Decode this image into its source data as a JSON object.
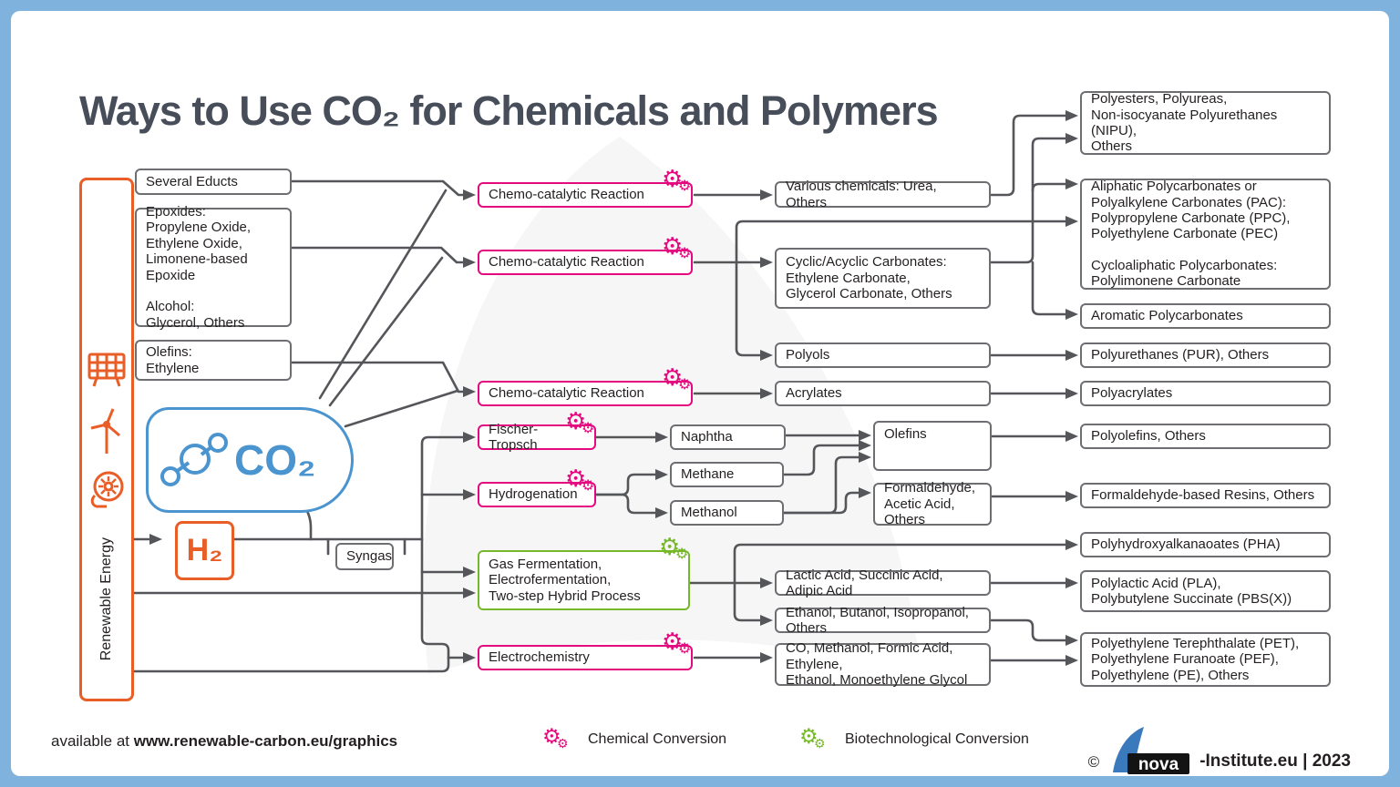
{
  "title": "Ways to Use CO₂ for Chemicals and Polymers",
  "energy": {
    "renewable_label": "Renewable Energy",
    "co2_label": "CO₂",
    "h2_label": "H₂"
  },
  "nodes": {
    "several_educts": {
      "label": "Several Educts",
      "kind": "feedstock"
    },
    "epoxides": {
      "label": "Epoxides:\nPropylene Oxide,\nEthylene Oxide,\nLimonene-based Epoxide\n\nAlcohol:\nGlycerol, Others",
      "kind": "feedstock"
    },
    "olefins_feed": {
      "label": "Olefins:\nEthylene",
      "kind": "feedstock"
    },
    "syngas": {
      "label": "Syngas",
      "kind": "intermediate"
    },
    "cc1": {
      "label": "Chemo-catalytic Reaction",
      "kind": "process",
      "conversion": "chemical"
    },
    "cc2": {
      "label": "Chemo-catalytic Reaction",
      "kind": "process",
      "conversion": "chemical"
    },
    "cc3": {
      "label": "Chemo-catalytic Reaction",
      "kind": "process",
      "conversion": "chemical"
    },
    "ft": {
      "label": "Fischer-Tropsch",
      "kind": "process",
      "conversion": "chemical"
    },
    "hyd": {
      "label": "Hydrogenation",
      "kind": "process",
      "conversion": "chemical"
    },
    "ferm": {
      "label": "Gas Fermentation,\nElectrofermentation,\nTwo-step Hybrid Process",
      "kind": "process",
      "conversion": "biotechnological"
    },
    "ec": {
      "label": "Electrochemistry",
      "kind": "process",
      "conversion": "chemical"
    },
    "various": {
      "label": "Various chemicals: Urea, Others",
      "kind": "intermediate"
    },
    "cyclic": {
      "label": "Cyclic/Acyclic Carbonates:\nEthylene Carbonate,\nGlycerol Carbonate, Others",
      "kind": "intermediate"
    },
    "polyols": {
      "label": "Polyols",
      "kind": "intermediate"
    },
    "acrylates": {
      "label": "Acrylates",
      "kind": "intermediate"
    },
    "naphtha": {
      "label": "Naphtha",
      "kind": "intermediate"
    },
    "methane": {
      "label": "Methane",
      "kind": "intermediate"
    },
    "methanol": {
      "label": "Methanol",
      "kind": "intermediate"
    },
    "olefins_mid": {
      "label": "Olefins",
      "kind": "intermediate"
    },
    "formaldehyde": {
      "label": "Formaldehyde,\nAcetic Acid, Others",
      "kind": "intermediate"
    },
    "lactic": {
      "label": "Lactic Acid, Succinic Acid, Adipic Acid",
      "kind": "intermediate"
    },
    "ethanol": {
      "label": "Ethanol, Butanol, Isopropanol, Others",
      "kind": "intermediate"
    },
    "co_mix": {
      "label": "CO, Methanol, Formic Acid, Ethylene,\nEthanol, Monoethylene Glycol",
      "kind": "intermediate"
    },
    "polyesters": {
      "label": "Polyesters, Polyureas,\nNon-isocyanate Polyurethanes (NIPU),\nOthers",
      "kind": "product"
    },
    "aliphatic": {
      "label": "Aliphatic Polycarbonates or\nPolyalkylene Carbonates (PAC):\nPolypropylene Carbonate (PPC),\nPolyethylene Carbonate (PEC)\n\nCycloaliphatic Polycarbonates:\nPolylimonene Carbonate",
      "kind": "product"
    },
    "aromatic": {
      "label": "Aromatic Polycarbonates",
      "kind": "product"
    },
    "pur": {
      "label": "Polyurethanes (PUR), Others",
      "kind": "product"
    },
    "polyacrylates": {
      "label": "Polyacrylates",
      "kind": "product"
    },
    "polyolefins": {
      "label": "Polyolefins, Others",
      "kind": "product"
    },
    "resins": {
      "label": "Formaldehyde-based Resins, Others",
      "kind": "product"
    },
    "pha": {
      "label": "Polyhydroxyalkanaoates (PHA)",
      "kind": "product"
    },
    "pla": {
      "label": "Polylactic Acid (PLA),\nPolybutylene Succinate (PBS(X))",
      "kind": "product"
    },
    "pet": {
      "label": "Polyethylene Terephthalate (PET),\nPolyethylene Furanoate (PEF),\nPolyethylene (PE), Others",
      "kind": "product"
    }
  },
  "footer": {
    "available_prefix": "available at ",
    "url": "www.renewable-carbon.eu/graphics",
    "legend": [
      {
        "label": "Chemical Conversion",
        "color": "#e5097f"
      },
      {
        "label": "Biotechnological Conversion",
        "color": "#76b82a"
      }
    ],
    "copyright_symbol": "©",
    "brand": "nova",
    "brand_suffix": "-Institute.eu | 2023"
  },
  "ui": {
    "gear_glyph": "⚙",
    "icons": [
      "solar-panel-icon",
      "wind-turbine-icon",
      "biogas-turbine-icon"
    ]
  },
  "colors": {
    "frame": "#7fb3dd",
    "line": "#55565a",
    "box_border": "#6d6e71",
    "chemical": "#e5097f",
    "biotechnological": "#76b82a",
    "orange": "#e95e27",
    "co2_blue": "#4a94cf",
    "title": "#474d59"
  }
}
